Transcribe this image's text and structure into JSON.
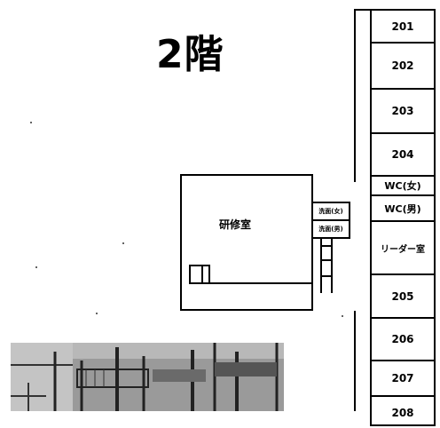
{
  "floor_title": "2階",
  "rooms": [
    {
      "label": "201"
    },
    {
      "label": "202"
    },
    {
      "label": "203"
    },
    {
      "label": "204"
    },
    {
      "label": "WC(女)"
    },
    {
      "label": "WC(男)"
    },
    {
      "label": "リーダー室"
    },
    {
      "label": "205"
    },
    {
      "label": "206"
    },
    {
      "label": "207"
    },
    {
      "label": "208"
    }
  ],
  "training_room": "研修室",
  "wash_female": "洗面(女)",
  "wash_male": "洗面(男)"
}
